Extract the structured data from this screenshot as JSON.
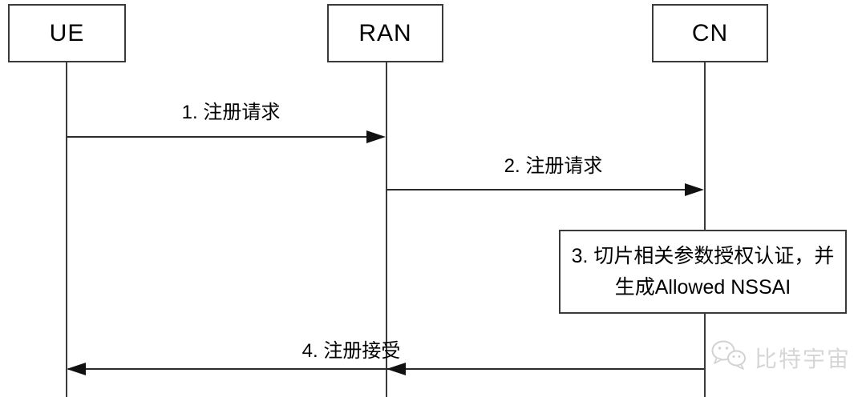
{
  "diagram": {
    "type": "sequence-diagram",
    "background_color": "#ffffff",
    "line_color": "#2b2b2b",
    "text_color": "#000000",
    "actors": [
      {
        "id": "ue",
        "label": "UE"
      },
      {
        "id": "ran",
        "label": "RAN"
      },
      {
        "id": "cn",
        "label": "CN"
      }
    ],
    "messages": [
      {
        "step": 1,
        "label": "1. 注册请求",
        "from": "UE",
        "to": "RAN",
        "direction": "right"
      },
      {
        "step": 2,
        "label": "2. 注册请求",
        "from": "RAN",
        "to": "CN",
        "direction": "right"
      },
      {
        "step": 4,
        "label": "4. 注册接受",
        "from": "CN",
        "to": "UE",
        "direction": "left"
      }
    ],
    "note": {
      "step": 3,
      "line1": "3. 切片相关参数授权认证，并",
      "line2": "生成Allowed NSSAI",
      "attached_to": "CN"
    },
    "watermark": {
      "text": "比特宇宙",
      "icon": "wechat-logo-icon",
      "color": "#d6d6d6"
    }
  }
}
